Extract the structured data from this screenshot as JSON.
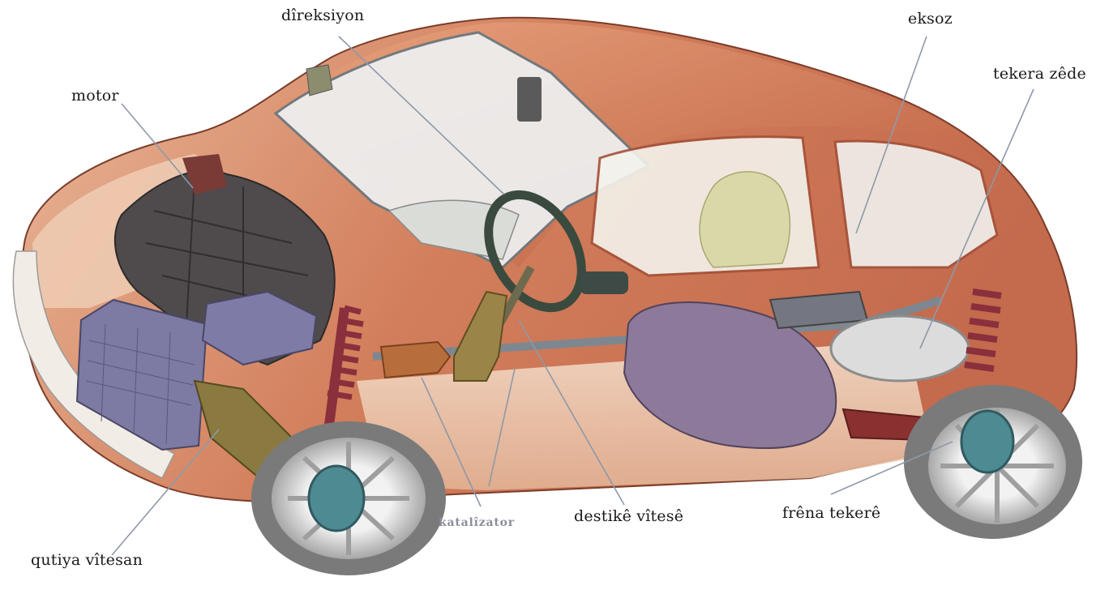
{
  "labels": {
    "steering": "dîreksiyon",
    "exhaust": "eksoz",
    "spare_wheel": "tekera zêde",
    "engine": "motor",
    "catalytic_converter": "katalîzator",
    "gear_lever": "destikê vîtesê",
    "wheel_brake": "frêna tekerê",
    "gearbox": "qutiya vîtesan"
  },
  "colors": {
    "body": "#c8684a",
    "body_light": "#ecc3a6",
    "engine": "#4f4a4c",
    "battery": "#7d7aa3",
    "fuel_tank": "#8d7a9a",
    "gearbox": "#8a7a40",
    "spring": "#8a2f3c",
    "hub": "#4d8a92",
    "seat": "#d8d7a6",
    "leader_line": "#8e99a8"
  }
}
